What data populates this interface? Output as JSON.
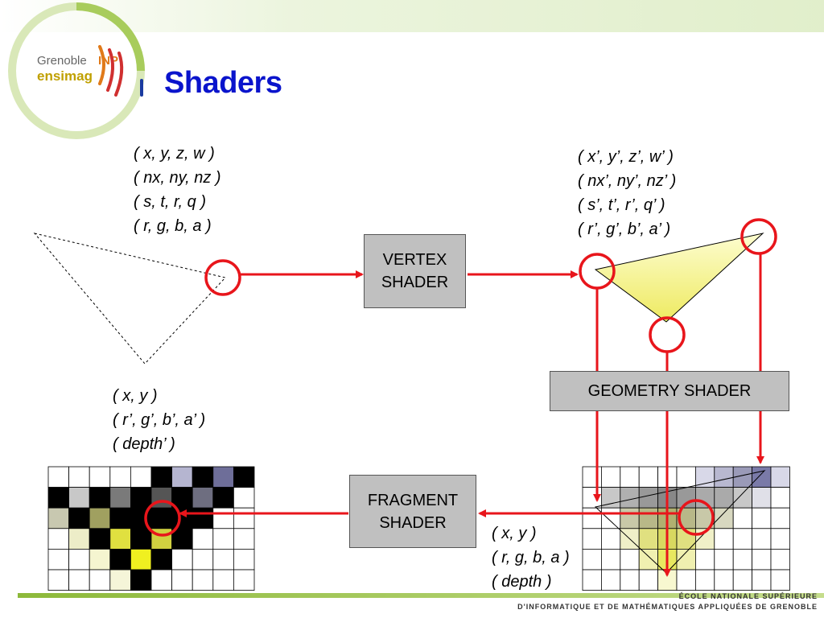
{
  "title": "Shaders",
  "logo": {
    "line1": "Grenoble",
    "line2": "INP",
    "line3": "ensimag"
  },
  "input_vertex_attrs": [
    "( x, y, z, w )",
    "( nx, ny, nz )",
    "( s, t, r, q )",
    "( r, g, b, a )"
  ],
  "vertex_output_attrs": [
    "( x’, y’, z’, w’ )",
    "( nx’, ny’, nz’ )",
    "( s’, t’, r’, q’ )",
    "( r’, g’, b’, a’ )"
  ],
  "fragment_output_attrs": [
    "( x, y )",
    "( r’, g’, b’, a’ )",
    "( depth’ )"
  ],
  "raster_attrs": [
    "( x, y )",
    "( r, g, b, a )",
    "( depth )"
  ],
  "boxes": {
    "vertex": "VERTEX\nSHADER",
    "geometry": "GEOMETRY SHADER",
    "fragment": "FRAGMENT\nSHADER"
  },
  "footer": {
    "line1": "ÉCOLE NATIONALE SUPÉRIEURE",
    "line2": "D'INFORMATIQUE ET DE MATHÉMATIQUES APPLIQUÉES DE GRENOBLE"
  },
  "colors": {
    "arrow": "#e8151b",
    "title": "#0a14cc",
    "box": "#c0c0c0",
    "triangle": "#f5f08a",
    "brand_green": "#8db93a"
  },
  "output_grid": [
    [
      "#ffffff",
      "#ffffff",
      "#ffffff",
      "#ffffff",
      "#ffffff",
      "#000000",
      "#b5b5d0",
      "#000000",
      "#6e6e99",
      "#000000"
    ],
    [
      "#000000",
      "#c8c8c8",
      "#000000",
      "#7a7a7a",
      "#000000",
      "#555555",
      "#000000",
      "#6e6e80",
      "#000000",
      "#ffffff"
    ],
    [
      "#c8c8b0",
      "#000000",
      "#a0a060",
      "#000000",
      "#000000",
      "#000000",
      "#000000",
      "#000000",
      "#ffffff",
      "#ffffff"
    ],
    [
      "#ffffff",
      "#ededc8",
      "#000000",
      "#e0e040",
      "#000000",
      "#d0d040",
      "#000000",
      "#ffffff",
      "#ffffff",
      "#ffffff"
    ],
    [
      "#ffffff",
      "#ffffff",
      "#f5f5d0",
      "#000000",
      "#f0f020",
      "#000000",
      "#ffffff",
      "#ffffff",
      "#ffffff",
      "#ffffff"
    ],
    [
      "#ffffff",
      "#ffffff",
      "#ffffff",
      "#f5f5d8",
      "#000000",
      "#ffffff",
      "#ffffff",
      "#ffffff",
      "#ffffff",
      "#ffffff"
    ]
  ],
  "raster_grid": [
    [
      "#ffffff",
      "#ffffff",
      "#ffffff",
      "#ffffff",
      "#ffffff",
      "#ffffff",
      "#d8d8e8",
      "#b8b8d0",
      "#9a9ab8",
      "#7a7aa8",
      "#d8d8e8"
    ],
    [
      "#ffffff",
      "#c8c8c8",
      "#b0b0b0",
      "#999999",
      "#888888",
      "#999999",
      "#aaaaaa",
      "#aaaaaa",
      "#c8c8c8",
      "#e0e0e8",
      "#ffffff"
    ],
    [
      "#ffffff",
      "#ffffff",
      "#c8c8a8",
      "#b8b888",
      "#b0b070",
      "#b8b888",
      "#c8c8a8",
      "#d8d8c0",
      "#ffffff",
      "#ffffff",
      "#ffffff"
    ],
    [
      "#ffffff",
      "#ffffff",
      "#f0f0c8",
      "#e0e080",
      "#d8d860",
      "#e0e080",
      "#f0f0c8",
      "#ffffff",
      "#ffffff",
      "#ffffff",
      "#ffffff"
    ],
    [
      "#ffffff",
      "#ffffff",
      "#ffffff",
      "#f0f0b0",
      "#e8e860",
      "#f0f0b0",
      "#ffffff",
      "#ffffff",
      "#ffffff",
      "#ffffff",
      "#ffffff"
    ],
    [
      "#ffffff",
      "#ffffff",
      "#ffffff",
      "#ffffff",
      "#f8f8d0",
      "#ffffff",
      "#ffffff",
      "#ffffff",
      "#ffffff",
      "#ffffff",
      "#ffffff"
    ]
  ]
}
